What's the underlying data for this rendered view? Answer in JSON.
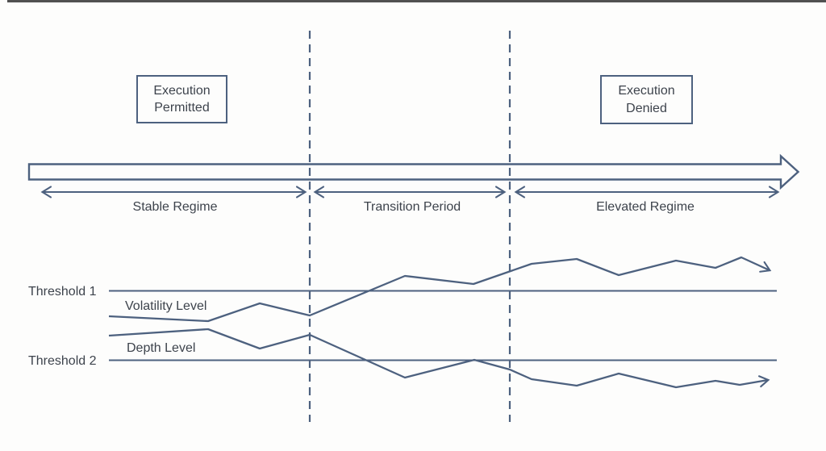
{
  "theme": {
    "line_color": "#4d617f",
    "text_color": "#3d434c",
    "bg_color": "#fdfdfc",
    "edge_color": "#2b2b2b"
  },
  "annotations": {
    "permitted_box": {
      "text": "Execution\nPermitted"
    },
    "denied_box": {
      "text": "Execution\nDenied"
    }
  },
  "timeline": {
    "regimes": [
      {
        "label": "Stable Regime"
      },
      {
        "label": "Transition Period"
      },
      {
        "label": "Elevated Regime"
      }
    ]
  },
  "thresholds": [
    {
      "label": "Threshold 1"
    },
    {
      "label": "Threshold 2"
    }
  ],
  "series": [
    {
      "label": "Volatility Level",
      "points": [
        [
          135,
          392
        ],
        [
          258,
          398
        ],
        [
          322,
          376
        ],
        [
          384,
          391
        ],
        [
          502,
          342
        ],
        [
          587,
          352
        ],
        [
          659,
          327
        ],
        [
          715,
          321
        ],
        [
          767,
          341
        ],
        [
          838,
          323
        ],
        [
          887,
          332
        ],
        [
          919,
          319
        ],
        [
          954,
          335
        ]
      ]
    },
    {
      "label": "Depth Level",
      "points": [
        [
          135,
          416
        ],
        [
          258,
          408
        ],
        [
          322,
          432
        ],
        [
          384,
          415
        ],
        [
          502,
          468
        ],
        [
          588,
          446
        ],
        [
          632,
          458
        ],
        [
          659,
          470
        ],
        [
          715,
          478
        ],
        [
          767,
          463
        ],
        [
          838,
          480
        ],
        [
          887,
          472
        ],
        [
          917,
          477
        ],
        [
          952,
          471
        ]
      ]
    }
  ]
}
